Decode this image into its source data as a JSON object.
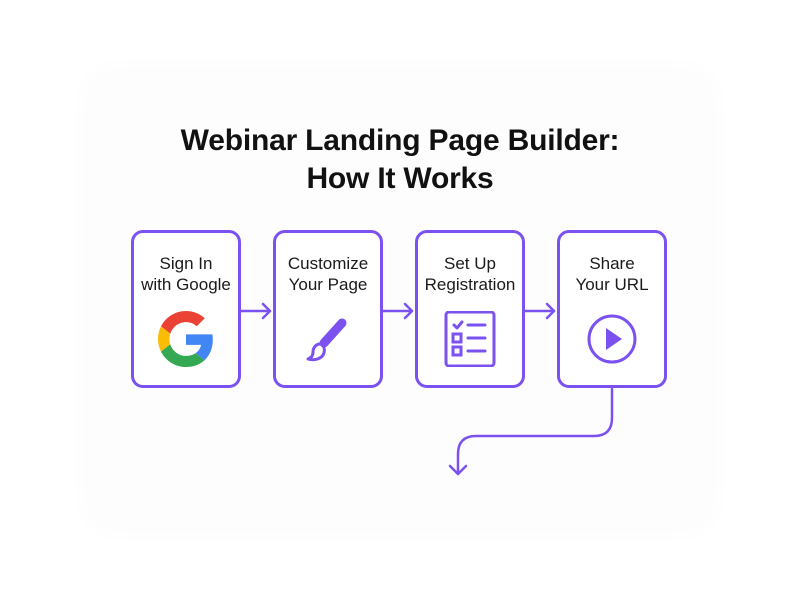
{
  "title": {
    "line1": "Webinar Landing Page Builder:",
    "line2": "How It Works"
  },
  "steps": [
    {
      "line1": "Sign In",
      "line2": "with Google",
      "icon": "google-icon"
    },
    {
      "line1": "Customize",
      "line2": "Your Page",
      "icon": "paintbrush-icon"
    },
    {
      "line1": "Set Up",
      "line2": "Registration",
      "icon": "checklist-icon"
    },
    {
      "line1": "Share",
      "line2": "Your URL",
      "icon": "play-icon"
    }
  ],
  "colors": {
    "accent": "#7b52f0",
    "google_red": "#ea4335",
    "google_yellow": "#fbbc05",
    "google_green": "#34a853",
    "google_blue": "#4285f4"
  }
}
